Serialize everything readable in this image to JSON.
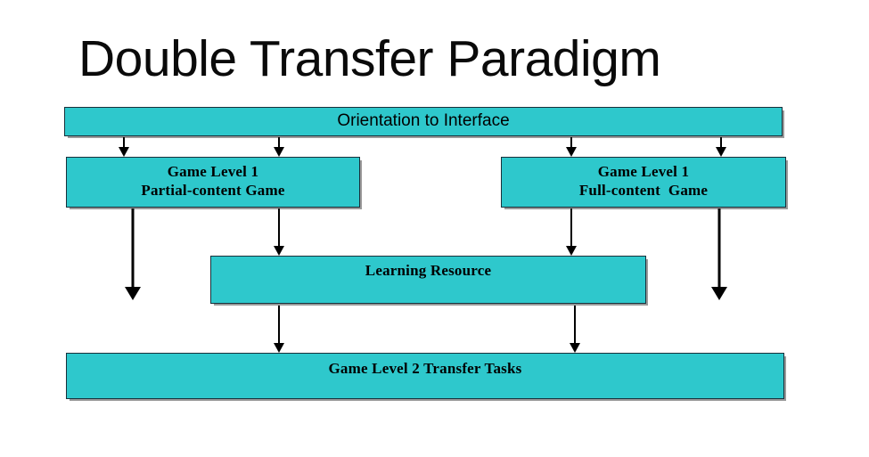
{
  "diagram": {
    "title": "Double Transfer Paradigm",
    "colors": {
      "box_fill": "#2EC8CC",
      "box_border": "#18303A",
      "text": "#000000",
      "arrow": "#000000",
      "background": "#FFFFFF"
    },
    "nodes": [
      {
        "id": "orientation",
        "label": "Orientation to Interface"
      },
      {
        "id": "game1_partial",
        "label": "Game Level 1\nPartial-content Game"
      },
      {
        "id": "game1_full",
        "label": "Game Level 1\nFull-content  Game"
      },
      {
        "id": "learning",
        "label": "Learning Resource"
      },
      {
        "id": "transfer",
        "label": "Game Level 2 Transfer Tasks"
      }
    ],
    "edges": [
      {
        "from": "orientation",
        "to": "game1_partial"
      },
      {
        "from": "orientation",
        "to": "game1_partial"
      },
      {
        "from": "orientation",
        "to": "game1_full"
      },
      {
        "from": "orientation",
        "to": "game1_full"
      },
      {
        "from": "game1_partial",
        "to": "transfer"
      },
      {
        "from": "game1_partial",
        "to": "learning"
      },
      {
        "from": "game1_full",
        "to": "learning"
      },
      {
        "from": "game1_full",
        "to": "transfer"
      },
      {
        "from": "learning",
        "to": "transfer"
      },
      {
        "from": "learning",
        "to": "transfer"
      }
    ]
  }
}
